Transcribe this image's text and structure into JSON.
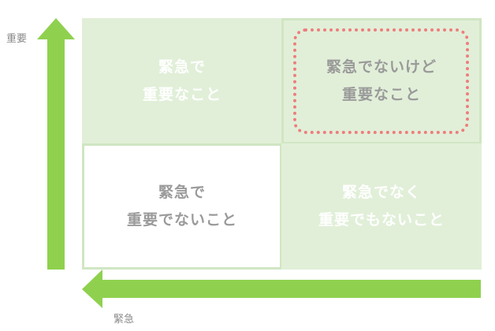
{
  "axes": {
    "y_label": "重要",
    "x_label": "緊急"
  },
  "quadrants": {
    "top_left": {
      "line1": "緊急で",
      "line2": "重要なこと"
    },
    "top_right": {
      "line1": "緊急でないけど",
      "line2": "重要なこと"
    },
    "bottom_left": {
      "line1": "緊急で",
      "line2": "重要でないこと"
    },
    "bottom_right": {
      "line1": "緊急でなく",
      "line2": "重要でもないこと"
    }
  },
  "colors": {
    "arrow": "#8fd14f",
    "quadrant_fill": "#e1efd8",
    "quadrant_border": "#d0e6c2",
    "highlight": "#ee7d7d"
  },
  "highlighted_quadrant": "top_right"
}
